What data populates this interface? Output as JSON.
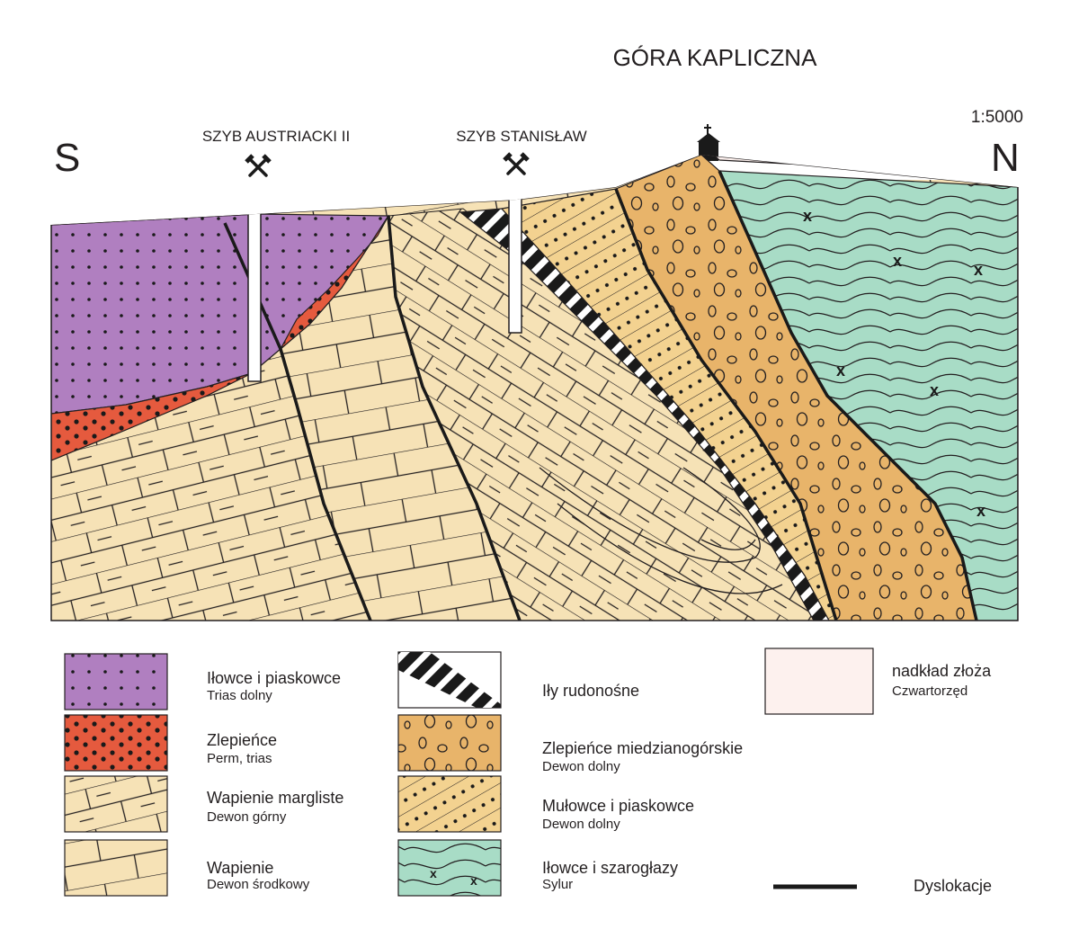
{
  "title": "GÓRA KAPLICZNA",
  "scale": "1:5000",
  "direction_left": "S",
  "direction_right": "N",
  "shafts": [
    {
      "label": "SZYB AUSTRIACKI II",
      "icon": "mining-hammers-icon"
    },
    {
      "label": "SZYB STANISŁAW",
      "icon": "mining-hammers-icon"
    }
  ],
  "legend": [
    {
      "name": "Iłowce i piaskowce",
      "age": "Trias dolny",
      "color": "#b07fc0"
    },
    {
      "name": "Zlepieńce",
      "age": "Perm, trias",
      "color": "#e55a3e"
    },
    {
      "name": "Wapienie margliste",
      "age": "Dewon górny",
      "color": "#f6e2b6"
    },
    {
      "name": "Wapienie",
      "age": "Dewon środkowy",
      "color": "#f6e2b6"
    },
    {
      "name": "Iły rudonośne",
      "age": "",
      "color": "#1a1a1a"
    },
    {
      "name": "Zlepieńce miedzianogórskie",
      "age": "Dewon dolny",
      "color": "#e8b46a"
    },
    {
      "name": "Mułowce i piaskowce",
      "age": "Dewon dolny",
      "color": "#f3d290"
    },
    {
      "name": "Iłowce i szarogłazy",
      "age": "Sylur",
      "color": "#a8dcc6"
    },
    {
      "name": "nadkład złoża",
      "age": "Czwartorzęd",
      "color": "#fdf1ee"
    },
    {
      "name": "Dyslokacje",
      "age": "",
      "color": "#1a1a1a"
    }
  ]
}
